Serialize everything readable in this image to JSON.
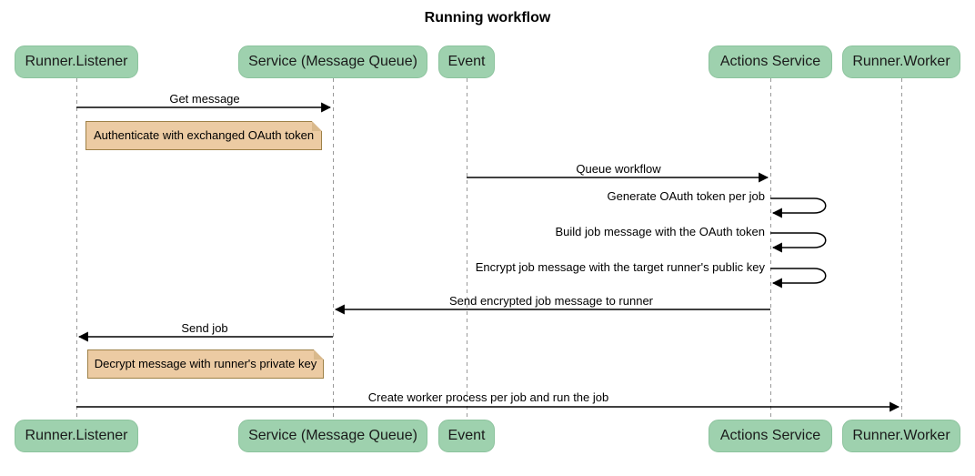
{
  "title": "Running workflow",
  "diagram_type": "sequence",
  "colors": {
    "participant_fill": "#9ED1AE",
    "participant_border": "#8CC39D",
    "note_fill": "#ECCBA3",
    "note_border": "#9E8147",
    "lifeline": "#999999",
    "arrow": "#000000",
    "background": "#FFFFFF"
  },
  "participants": [
    {
      "label": "Runner.Listener"
    },
    {
      "label": "Service (Message Queue)"
    },
    {
      "label": "Event"
    },
    {
      "label": "Actions Service"
    },
    {
      "label": "Runner.Worker"
    }
  ],
  "messages": [
    {
      "label": "Get message",
      "from": "Runner.Listener",
      "to": "Service (Message Queue)",
      "self": false
    },
    {
      "label": "Queue workflow",
      "from": "Event",
      "to": "Actions Service",
      "self": false
    },
    {
      "label": "Generate OAuth token per job",
      "from": "Actions Service",
      "to": "Actions Service",
      "self": true
    },
    {
      "label": "Build job message with the OAuth token",
      "from": "Actions Service",
      "to": "Actions Service",
      "self": true
    },
    {
      "label": "Encrypt job message with the target runner's public key",
      "from": "Actions Service",
      "to": "Actions Service",
      "self": true
    },
    {
      "label": "Send encrypted job message to runner",
      "from": "Actions Service",
      "to": "Service (Message Queue)",
      "self": false
    },
    {
      "label": "Send job",
      "from": "Service (Message Queue)",
      "to": "Runner.Listener",
      "self": false
    },
    {
      "label": "Create worker process per job and run the job",
      "from": "Runner.Listener",
      "to": "Runner.Worker",
      "self": false
    }
  ],
  "notes": [
    {
      "label": "Authenticate with exchanged OAuth token",
      "position": "right of Runner.Listener"
    },
    {
      "label": "Decrypt message with runner's private key",
      "position": "right of Runner.Listener"
    }
  ]
}
